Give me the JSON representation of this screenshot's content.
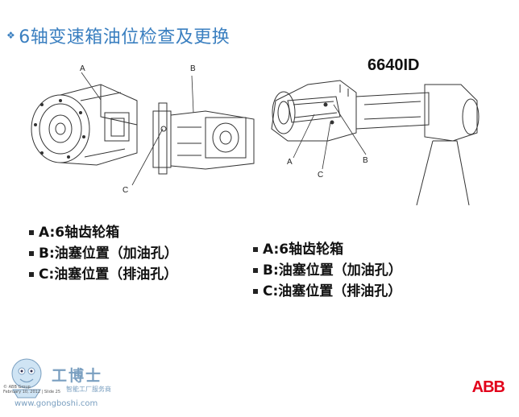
{
  "title": {
    "bullet": "❖",
    "text": "6轴变速箱油位检查及更换"
  },
  "model_label": "6640ID",
  "diagram_labels": {
    "left_a": "A",
    "left_b": "B",
    "left_c": "C",
    "right_a": "A",
    "right_b": "B",
    "right_c": "C"
  },
  "list_left": [
    {
      "text": "A:6轴齿轮箱"
    },
    {
      "text": "B:油塞位置（加油孔）"
    },
    {
      "text": "C:油塞位置（排油孔）"
    }
  ],
  "list_right": [
    {
      "text": "A:6轴齿轮箱"
    },
    {
      "text": "B:油塞位置（加油孔）"
    },
    {
      "text": "C:油塞位置（排油孔）"
    }
  ],
  "footer": {
    "copyright": "© ABB Group",
    "date": "February 10, 2012 | Slide 25",
    "logo": "ABB"
  },
  "watermark": {
    "title": "工博士",
    "subtitle": "智能工厂服务商",
    "url": "www.gongboshi.com"
  }
}
